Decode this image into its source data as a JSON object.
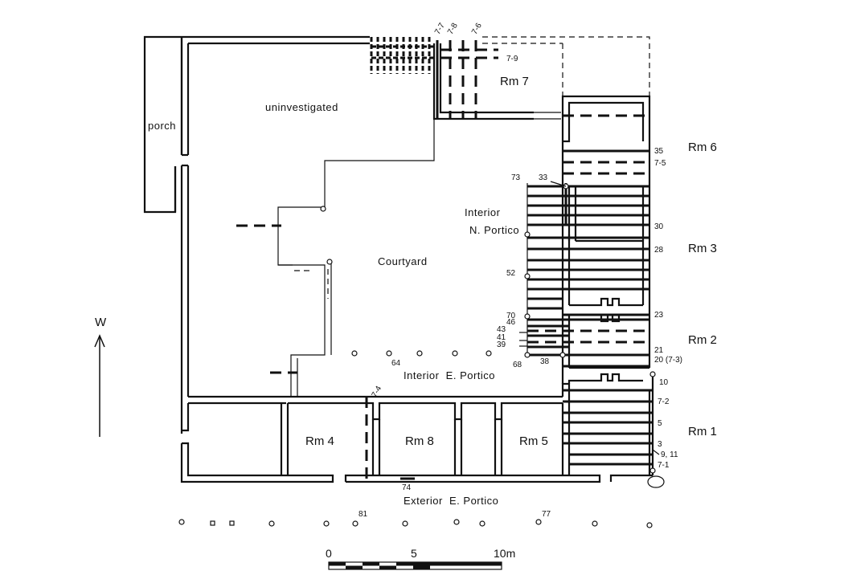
{
  "labels": {
    "porch": "porch",
    "uninvestigated": "uninvestigated",
    "courtyard": "Courtyard",
    "interior_n_portico_1": "Interior",
    "interior_n_portico_2": "N. Portico",
    "interior_e_portico": "Interior  E. Portico",
    "exterior_e_portico": "Exterior  E. Portico",
    "north_arrow": "W"
  },
  "rooms": {
    "rm7": "Rm 7",
    "rm6": "Rm 6",
    "rm3": "Rm 3",
    "rm2": "Rm 2",
    "rm1": "Rm 1",
    "rm4": "Rm 4",
    "rm8": "Rm 8",
    "rm5": "Rm 5"
  },
  "trench_labels": {
    "t7_7": "7-7",
    "t7_8": "7-8",
    "t7_6": "7-6",
    "t7_9": "7-9",
    "t7_4": "7-4",
    "t35": "35",
    "t7_5": "7-5",
    "t30": "30",
    "t28": "28",
    "t23": "23",
    "t21": "21",
    "t20": "20 (7-3)",
    "t10": "10",
    "t7_2": "7-2",
    "t5": "5",
    "t3": "3",
    "t9_11": "9, 11",
    "t7_1": "7-1",
    "t73": "73",
    "t33": "33",
    "t52": "52",
    "t70": "70",
    "t46": "46",
    "t43": "43",
    "t41": "41",
    "t39": "39",
    "t68": "68",
    "t38": "38",
    "t64": "64",
    "t74": "74",
    "t81": "81",
    "t77": "77"
  },
  "scale": {
    "zero": "0",
    "five": "5",
    "ten": "10m"
  }
}
